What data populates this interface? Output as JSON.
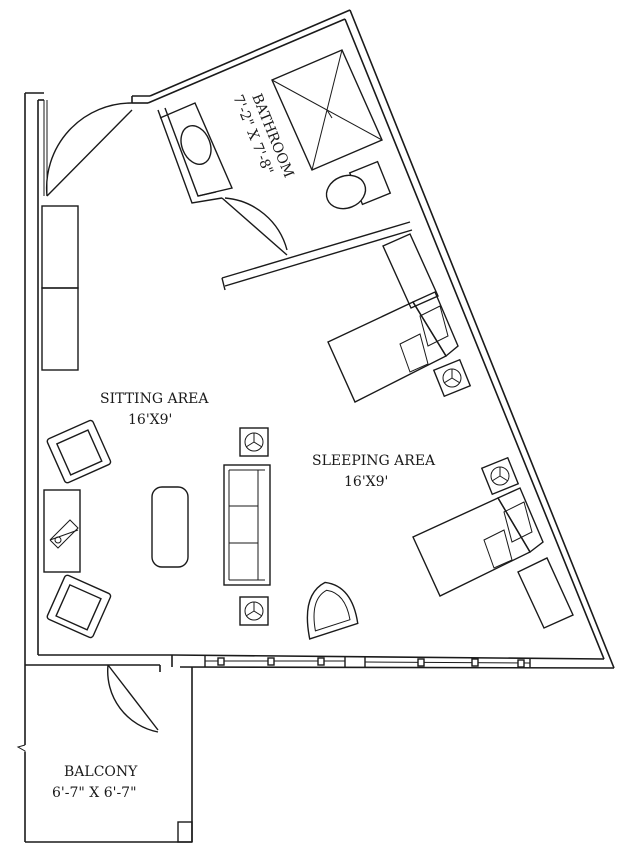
{
  "rooms": {
    "bathroom": {
      "name": "BATHROOM",
      "size": "7'-2\" X 7'-8\""
    },
    "sitting": {
      "name": "SITTING AREA",
      "size": "16'X9'"
    },
    "sleeping": {
      "name": "SLEEPING AREA",
      "size": "16'X9'"
    },
    "balcony": {
      "name": "BALCONY",
      "size": "6'-7\" X 6'-7\""
    }
  }
}
